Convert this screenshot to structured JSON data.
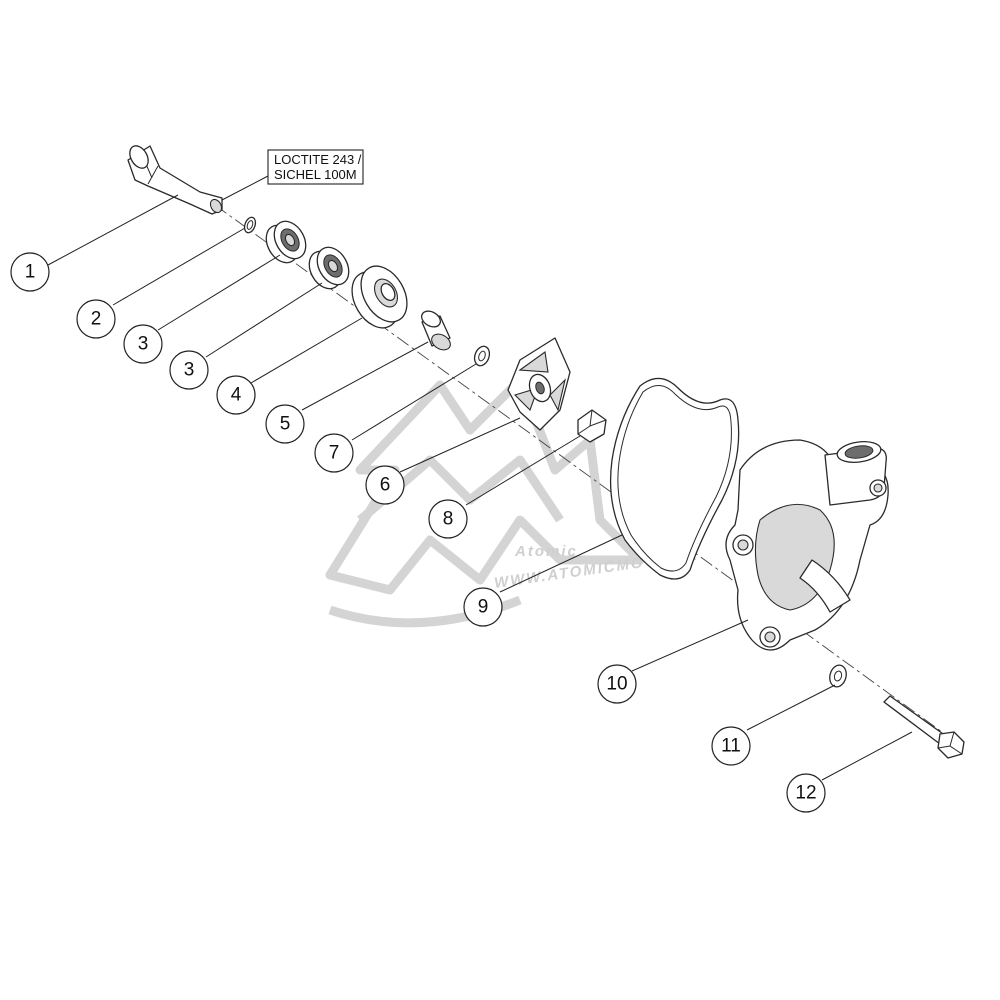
{
  "note": {
    "line1": "LOCTITE 243 /",
    "line2": "SICHEL 100M"
  },
  "callouts": [
    "1",
    "2",
    "3",
    "3",
    "4",
    "5",
    "7",
    "6",
    "8",
    "9",
    "10",
    "11",
    "12"
  ],
  "watermark": {
    "logo_text": "Atomic",
    "url": "WWW.ATOMICMOTO.FR"
  },
  "colors": {
    "line": "#2a2a2a",
    "watermark": "#d4d4d4",
    "background": "#ffffff"
  }
}
